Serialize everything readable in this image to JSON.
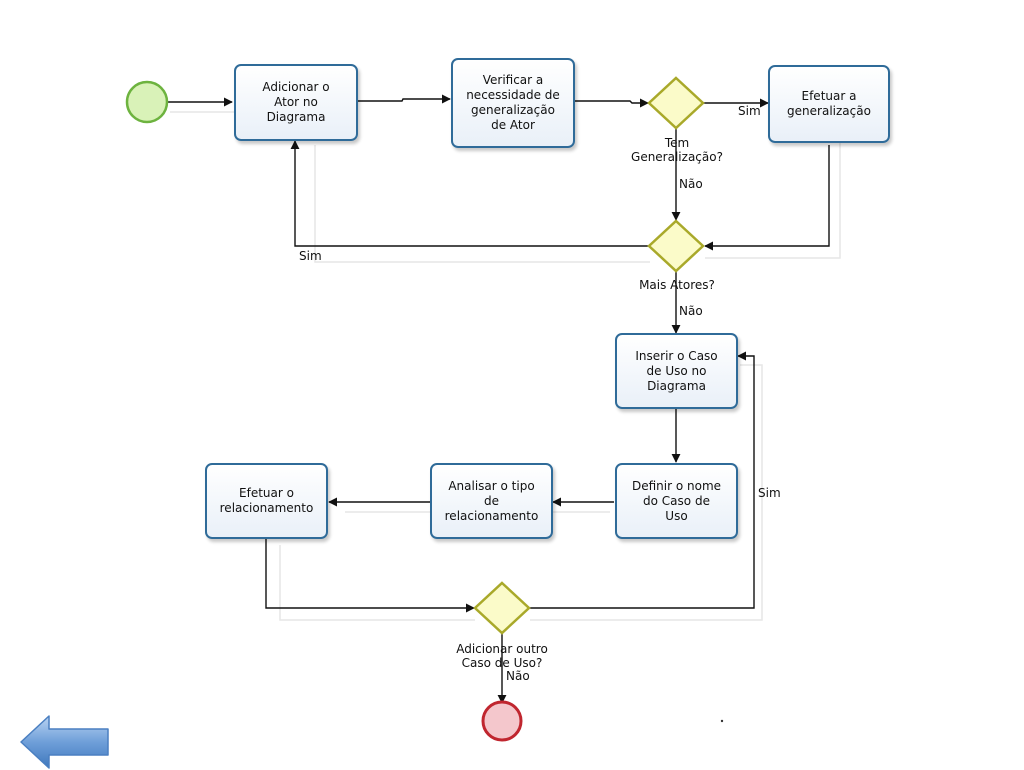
{
  "tasks": {
    "adicionar_ator": "Adicionar o\nAtor no\nDiagrama",
    "verificar_generalizacao": "Verificar  a\nnecessidade de\ngeneralização\nde Ator",
    "efetuar_generalizacao": "Efetuar a\ngeneralização",
    "inserir_caso_uso": "Inserir o Caso\nde Uso no\nDiagrama",
    "definir_nome": "Definir o nome\ndo  Caso de\nUso",
    "analisar_tipo": "Analisar o tipo\nde\nrelacionamento",
    "efetuar_relacionamento": "Efetuar o\nrelacionamento"
  },
  "gateways": {
    "tem_generalizacao": "Tem\nGeneralização?",
    "mais_atores": "Mais Atores?",
    "adicionar_outro": "Adicionar outro\nCaso de Uso?"
  },
  "flow_labels": {
    "sim_generalizacao": "Sim",
    "nao_generalizacao": "Não",
    "sim_mais_atores": "Sim",
    "nao_mais_atores": "Não",
    "sim_adicionar_outro": "Sim",
    "nao_adicionar_outro": "Não"
  },
  "colors": {
    "start_event_fill": "#d9f2b8",
    "start_event_stroke": "#6db33f",
    "end_event_fill": "#f4c7cc",
    "end_event_stroke": "#c0262f",
    "gateway_fill": "#fbfbc9",
    "gateway_stroke": "#a9a92a",
    "task_stroke": "#2f6b99",
    "back_arrow": "#6f9fd9"
  },
  "navigation": {
    "back_icon": "left-arrow-icon"
  }
}
